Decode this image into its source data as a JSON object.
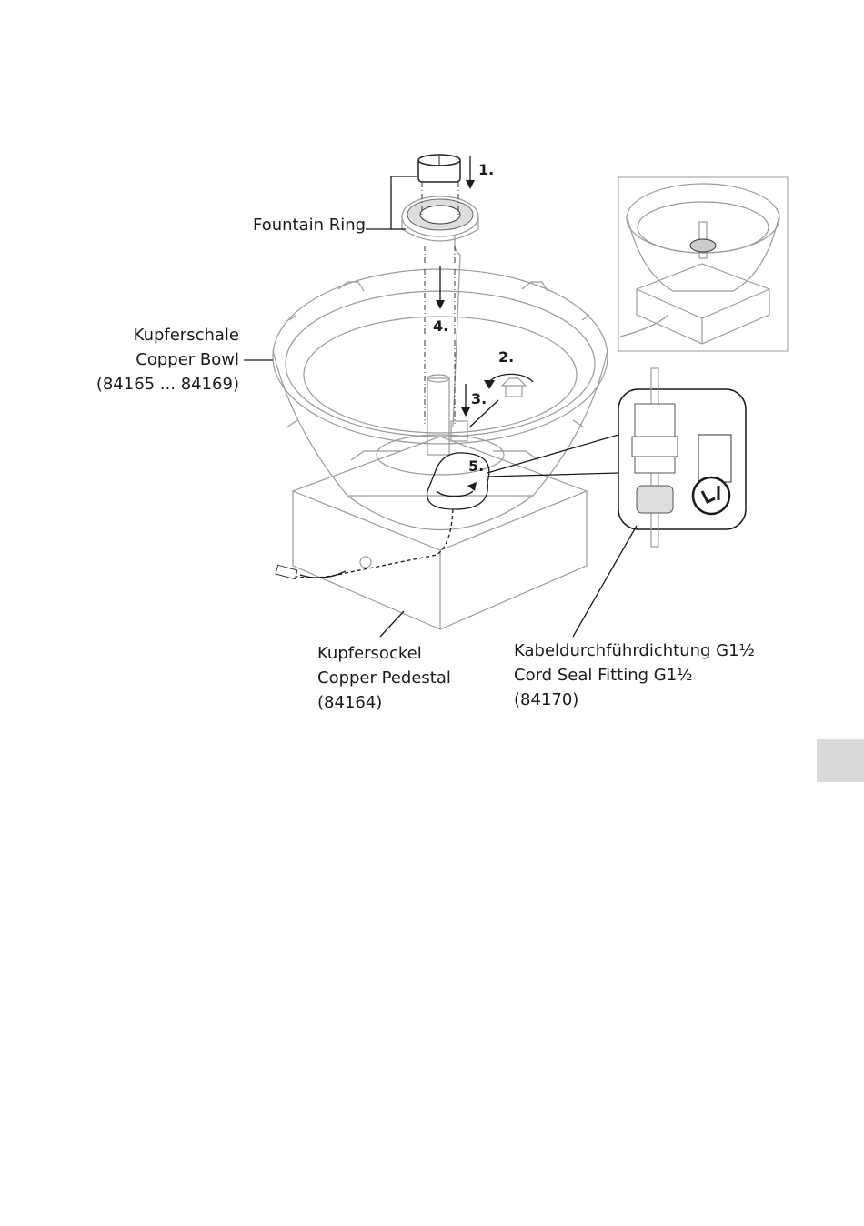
{
  "labels": {
    "fountain_ring": "Fountain Ring",
    "bowl": [
      "Kupferschale",
      "Copper Bowl",
      "(84165 ... 84169)"
    ],
    "pedestal": [
      "Kupfersockel",
      "Copper Pedestal",
      "(84164)"
    ],
    "cord_seal": [
      "Kabeldurchführdichtung G1½",
      "Cord Seal Fitting G1½",
      "(84170)"
    ]
  },
  "steps": [
    "1.",
    "2.",
    "3.",
    "4.",
    "5."
  ],
  "colors": {
    "line": "#9a9a9a",
    "ink": "#1a1a1a",
    "tab": "#d9d9d9"
  }
}
